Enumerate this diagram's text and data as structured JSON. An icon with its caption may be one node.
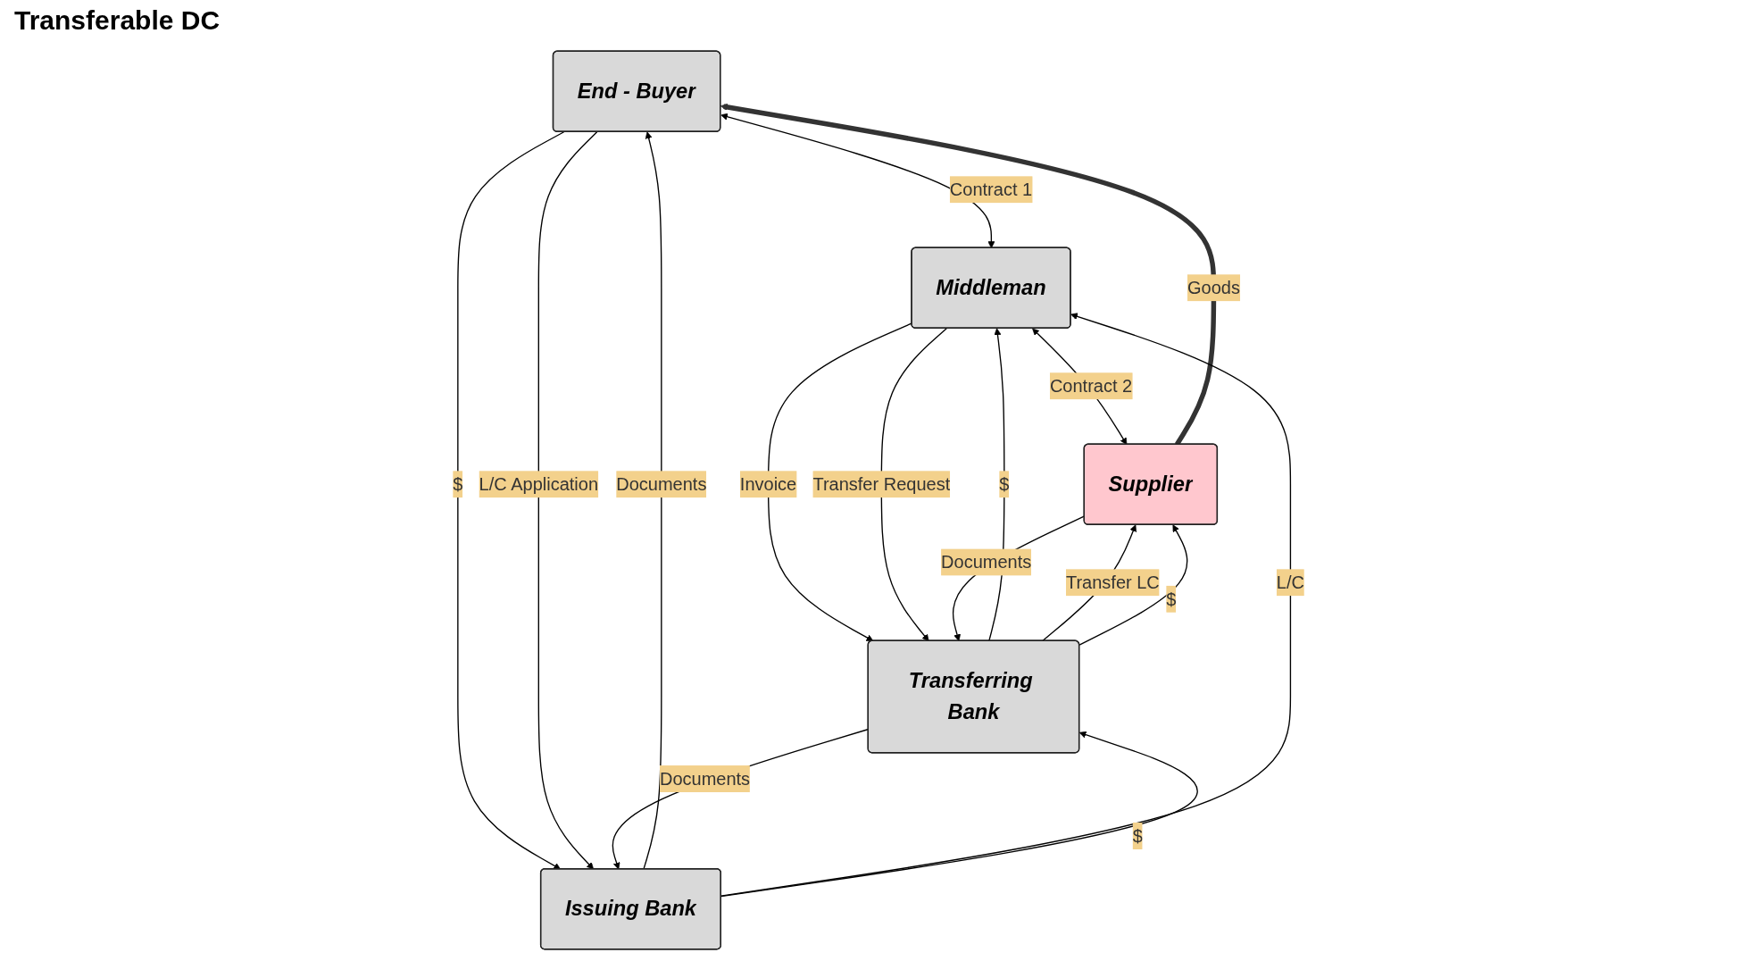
{
  "diagram": {
    "title": "Transferable DC",
    "nodes": [
      {
        "text": [
          "End - Buyer"
        ]
      },
      {
        "text": [
          "Middleman"
        ]
      },
      {
        "text": [
          "Supplier"
        ]
      },
      {
        "text": [
          "Issuing Bank"
        ]
      },
      {
        "text": [
          "Transferring Bank"
        ]
      }
    ],
    "edges": [
      {
        "from": 2,
        "to": 0,
        "arrow": "to",
        "label": "Goods",
        "style": "thick",
        "color": "#333333"
      },
      {
        "from": 0,
        "to": 1,
        "arrow": "both",
        "label": "Contract 1"
      },
      {
        "from": 1,
        "to": 2,
        "arrow": "both",
        "label": "Contract 2"
      },
      {
        "from": 0,
        "to": 3,
        "arrow": "to",
        "label": "$"
      },
      {
        "from": 3,
        "to": 0,
        "arrow": "to",
        "label": "Documents"
      },
      {
        "from": 0,
        "to": 3,
        "arrow": "to",
        "label": "L/C Application"
      },
      {
        "from": 3,
        "to": 1,
        "arrow": "to",
        "label": "L/C"
      },
      {
        "from": 4,
        "to": 1,
        "arrow": "to",
        "label": "$"
      },
      {
        "from": 1,
        "to": 4,
        "arrow": "to",
        "label": "Invoice"
      },
      {
        "from": 1,
        "to": 4,
        "arrow": "to",
        "label": "Transfer Request"
      },
      {
        "from": 4,
        "to": 2,
        "arrow": "to",
        "label": "Transfer LC"
      },
      {
        "from": 2,
        "to": 4,
        "arrow": "to",
        "label": "Documents"
      },
      {
        "from": 4,
        "to": 2,
        "arrow": "to",
        "label": "$"
      },
      {
        "from": 4,
        "to": 3,
        "arrow": "to",
        "label": "Documents"
      },
      {
        "from": 3,
        "to": 4,
        "arrow": "to",
        "label": "$"
      }
    ]
  }
}
